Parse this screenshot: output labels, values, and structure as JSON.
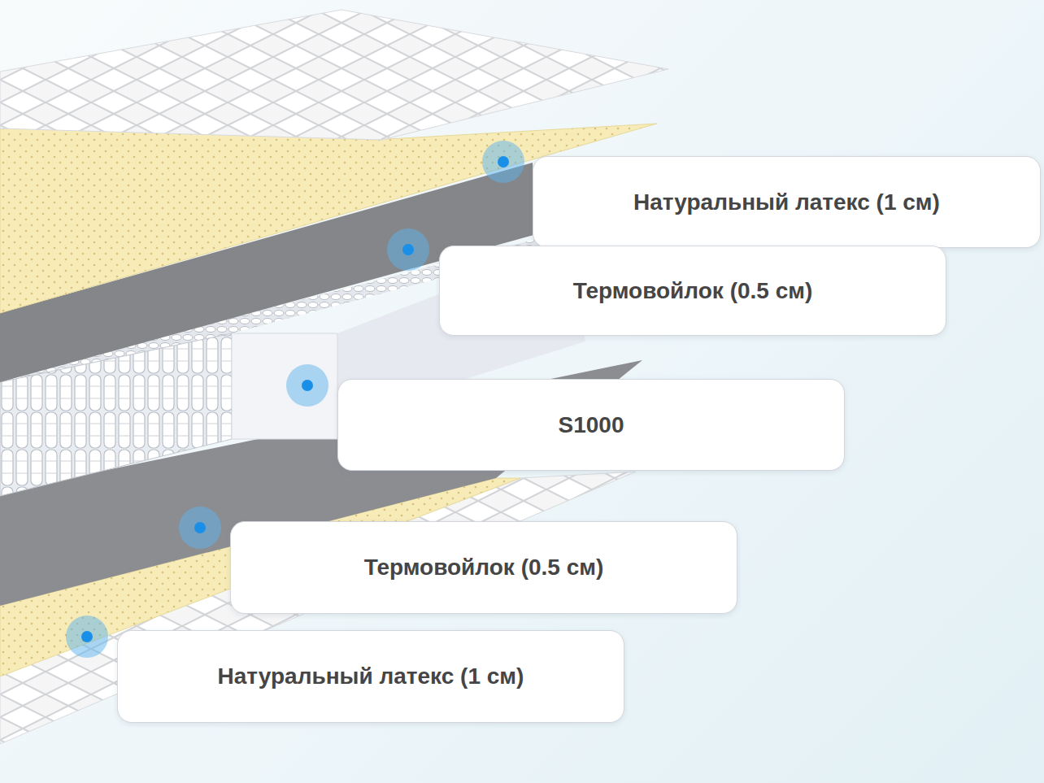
{
  "diagram": {
    "nodes": [
      {
        "text": [
          "Натуральный латекс (1 см)"
        ]
      },
      {
        "text": [
          "Термовойлок (0.5 см)"
        ]
      },
      {
        "text": [
          "S1000"
        ]
      },
      {
        "text": [
          "Термовойлок (0.5 см)"
        ]
      },
      {
        "text": [
          "Натуральный латекс (1 см)"
        ]
      }
    ]
  }
}
